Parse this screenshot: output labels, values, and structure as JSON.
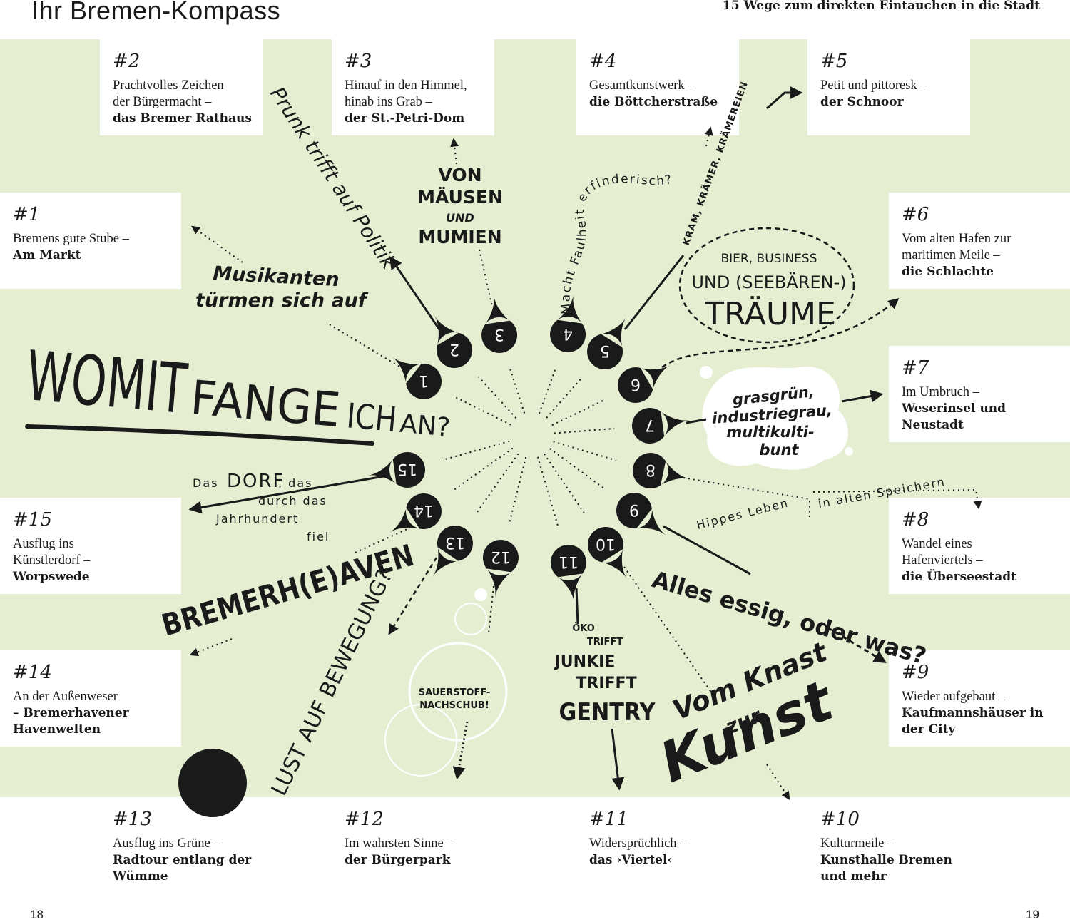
{
  "header": {
    "title": "Ihr Bremen-Kompass",
    "subtitle": "15 Wege zum direkten Eintauchen in die Stadt"
  },
  "cards": [
    {
      "number": "#1",
      "lines": [
        "Bremens gute Stube –"
      ],
      "bold": [
        "Am Markt"
      ]
    },
    {
      "number": "#2",
      "lines": [
        "Prachtvolles Zeichen",
        "der Bürgermacht –"
      ],
      "bold": [
        "das Bremer Rathaus"
      ]
    },
    {
      "number": "#3",
      "lines": [
        "Hinauf in den Himmel,",
        "hinab ins Grab –"
      ],
      "bold": [
        "der St.-Petri-Dom"
      ]
    },
    {
      "number": "#4",
      "lines": [
        "Gesamtkunstwerk –"
      ],
      "bold": [
        "die Böttcherstraße"
      ]
    },
    {
      "number": "#5",
      "lines": [
        "Petit und pittoresk –"
      ],
      "bold": [
        "der Schnoor"
      ]
    },
    {
      "number": "#6",
      "lines": [
        "Vom alten Hafen zur",
        "maritimen Meile –"
      ],
      "bold": [
        "die Schlachte"
      ]
    },
    {
      "number": "#7",
      "lines": [
        "Im Umbruch –"
      ],
      "bold": [
        "Weserinsel und",
        "Neustadt"
      ]
    },
    {
      "number": "#8",
      "lines": [
        "Wandel eines",
        "Hafenviertels –"
      ],
      "bold": [
        "die Überseestadt"
      ]
    },
    {
      "number": "#9",
      "lines": [
        "Wieder aufgebaut –"
      ],
      "bold": [
        "Kaufmannshäuser in",
        "der City"
      ]
    },
    {
      "number": "#10",
      "lines": [
        "Kulturmeile –"
      ],
      "bold": [
        "Kunsthalle Bremen",
        "und mehr"
      ]
    },
    {
      "number": "#11",
      "lines": [
        "Widersprüchlich –"
      ],
      "bold": [
        "das ›Viertel‹"
      ]
    },
    {
      "number": "#12",
      "lines": [
        "Im wahrsten Sinne –"
      ],
      "bold": [
        "der Bürgerpark"
      ]
    },
    {
      "number": "#13",
      "lines": [
        "Ausflug ins Grüne –"
      ],
      "bold": [
        "Radtour entlang der",
        "Wümme"
      ]
    },
    {
      "number": "#14",
      "lines": [
        "An der Außenweser"
      ],
      "bold_inline": "– Bremerhavener",
      "bold": [
        "Havenwelten"
      ]
    },
    {
      "number": "#15",
      "lines": [
        "Ausflug ins",
        "Künstlerdorf –"
      ],
      "bold": [
        "Worpswede"
      ]
    }
  ],
  "center": {
    "headline": "WOMIT FANGE ICH AN?",
    "headline_parts": [
      "WOMIT",
      "FANGE",
      "ICH",
      "AN?"
    ],
    "drops": [
      "1",
      "2",
      "3",
      "4",
      "5",
      "6",
      "7",
      "8",
      "9",
      "10",
      "11",
      "12",
      "13",
      "14",
      "15"
    ]
  },
  "captions": {
    "c2": "Prunk trifft auf Politik",
    "c3": [
      "VON",
      "MÄUSEN",
      "UND",
      "MUMIEN"
    ],
    "c4": "Macht Faulheit erfinderisch?",
    "c5": "KRAM, KRÄMER, KRÄMEREIEN",
    "c6": [
      "BIER, BUSINESS",
      "UND (SEEBÄREN-)",
      "TRÄUME"
    ],
    "c7": [
      "grasgrün,",
      "industriegrau,",
      "multikulti-",
      "bunt"
    ],
    "c8": [
      "Hippes Leben",
      "in alten Speichern"
    ],
    "c9": "Alles essig, oder was?",
    "c10": [
      "Vom Knast",
      "zur",
      "Kunst"
    ],
    "c11": [
      "ÖKO",
      "TRIFFT",
      "JUNKIE",
      "TRIFFT",
      "GENTRY"
    ],
    "c12": [
      "SAUERSTOFF-",
      "NACHSCHUB!"
    ],
    "c13": "LUST AUF BEWEGUNG?",
    "c14": "BREMERH(E)AVEN",
    "c15": [
      "Das",
      "DORF",
      ", das",
      "durch das",
      "Jahrhundert",
      "fiel"
    ],
    "c1": [
      "Musikanten",
      "türmen sich auf"
    ]
  },
  "footer": {
    "left_page": "18",
    "right_page": "19"
  },
  "colors": {
    "background_green": "#e6eed2",
    "ink": "#1a1a1a",
    "card": "#ffffff"
  }
}
